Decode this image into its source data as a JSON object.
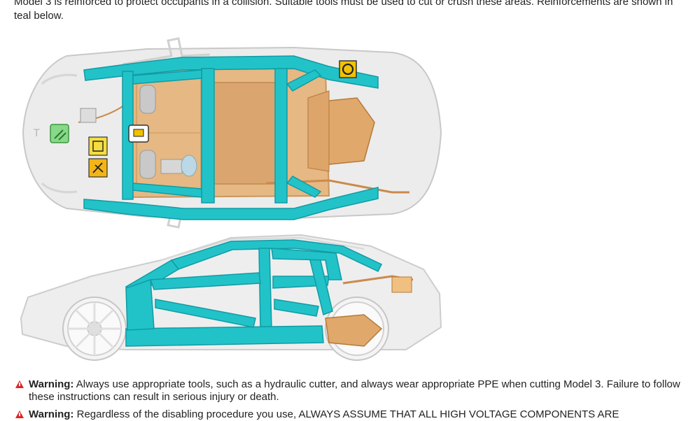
{
  "intro_text": "Model 3 is reinforced to protect occupants in a collision. Suitable tools must be used to cut or crush these areas. Reinforcements are shown in teal below.",
  "colors": {
    "reinforcement": "#21c3c9",
    "reinforcement_dark": "#129ba3",
    "body_panel": "#eeeeee",
    "floor": "#e5b884",
    "warning": "#e02424"
  },
  "icons": {
    "gas_strut_label": "airbag-inflator-icon",
    "hv_label": "high-voltage-icon",
    "cut_zone_label": "cut-zone-icon",
    "battery_label": "battery-icon",
    "seatbelt_label": "seatbelt-pretensioner-icon"
  },
  "warnings": [
    {
      "label": "Warning:",
      "text": "Always use appropriate tools, such as a hydraulic cutter, and always wear appropriate PPE when cutting Model 3. Failure to follow these instructions can result in serious injury or death."
    },
    {
      "label": "Warning:",
      "text": "Regardless of the disabling procedure you use, ALWAYS ASSUME THAT ALL HIGH VOLTAGE COMPONENTS ARE"
    }
  ]
}
